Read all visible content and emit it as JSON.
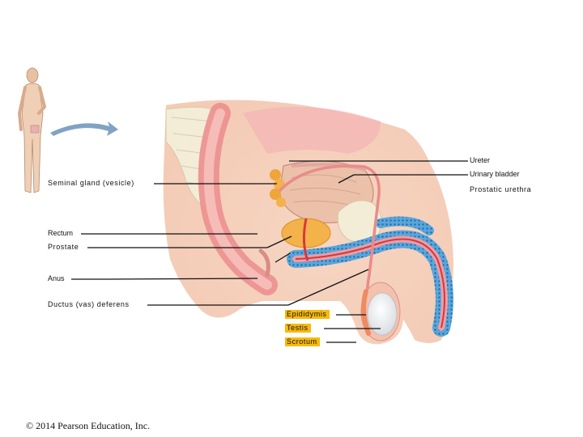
{
  "labels": {
    "ureter": "Ureter",
    "urinary_bladder": "Urinary bladder",
    "prostatic_urethra": "Prostatic urethra",
    "seminal_gland": "Seminal gland (vesicle)",
    "rectum": "Rectum",
    "prostate": "Prostate",
    "anus": "Anus",
    "ductus_deferens": "Ductus (vas) deferens",
    "epididymis": "Epididymis",
    "testis": "Testis",
    "scrotum": "Scrotum"
  },
  "copyright": "© 2014 Pearson Education, Inc.",
  "colors": {
    "skin": "#f4cbb3",
    "tissue_pink": "#ef9aa0",
    "urethra_red": "#d9363e",
    "spongy_blue": "#3b8fc9",
    "bone": "#f3ecd7",
    "highlight": "#f7b90b"
  }
}
